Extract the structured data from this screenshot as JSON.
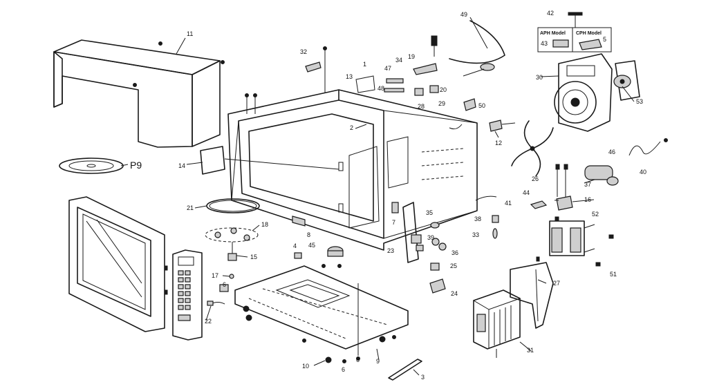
{
  "callouts": {
    "c1": "1",
    "c2": "2",
    "c3": "3",
    "c5": "5",
    "c6a": "6",
    "c6b": "6",
    "c6c": "6",
    "c8": "8",
    "c9": "9",
    "c10": "10",
    "c11": "11",
    "c12": "12",
    "c13": "13",
    "c14": "14",
    "c15": "15",
    "c16": "16",
    "c17": "17",
    "c18": "18",
    "c19": "19",
    "c20": "20",
    "c21": "21",
    "c22": "22",
    "c23": "23",
    "c24": "24",
    "c25": "25",
    "c26": "26",
    "c27": "27",
    "c28": "28",
    "c29": "29",
    "c30": "30",
    "c31": "31",
    "c32": "32",
    "c33": "33",
    "c34": "34",
    "c35": "35",
    "c36": "36",
    "c37": "37",
    "c38": "38",
    "c39": "39",
    "c40": "40",
    "c41": "41",
    "c42": "42",
    "c43": "43",
    "c44": "44",
    "c45": "45",
    "c46": "46",
    "c47": "47",
    "c48": "48",
    "c49": "49",
    "c50": "50",
    "c51": "51",
    "c52": "52",
    "c53": "53",
    "c7": "7",
    "c4": "4",
    "p9": "P9"
  },
  "model_boxes": {
    "aph": "APH Model",
    "cph": "CPH Model"
  }
}
